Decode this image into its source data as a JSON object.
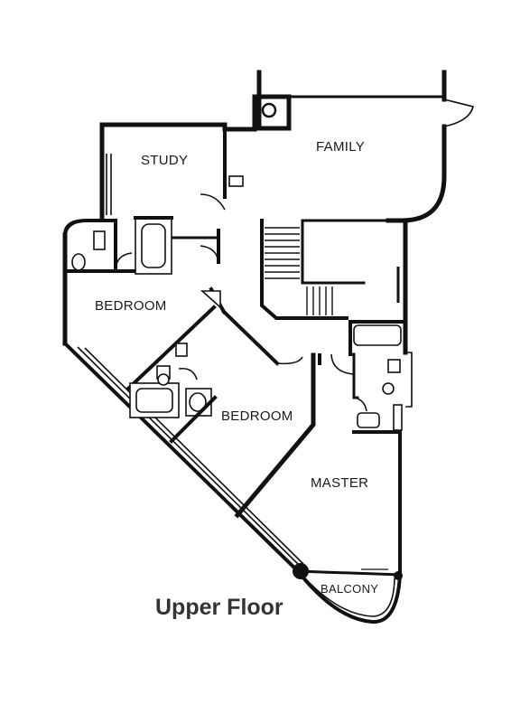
{
  "rooms": {
    "study": "STUDY",
    "family": "FAMILY",
    "bedroom_1": "BEDROOM",
    "bedroom_2": "BEDROOM",
    "master": "MASTER",
    "balcony": "BALCONY"
  },
  "caption": "Upper Floor",
  "colors": {
    "ink": "#111111",
    "paper": "#ffffff",
    "caption": "#333333"
  }
}
